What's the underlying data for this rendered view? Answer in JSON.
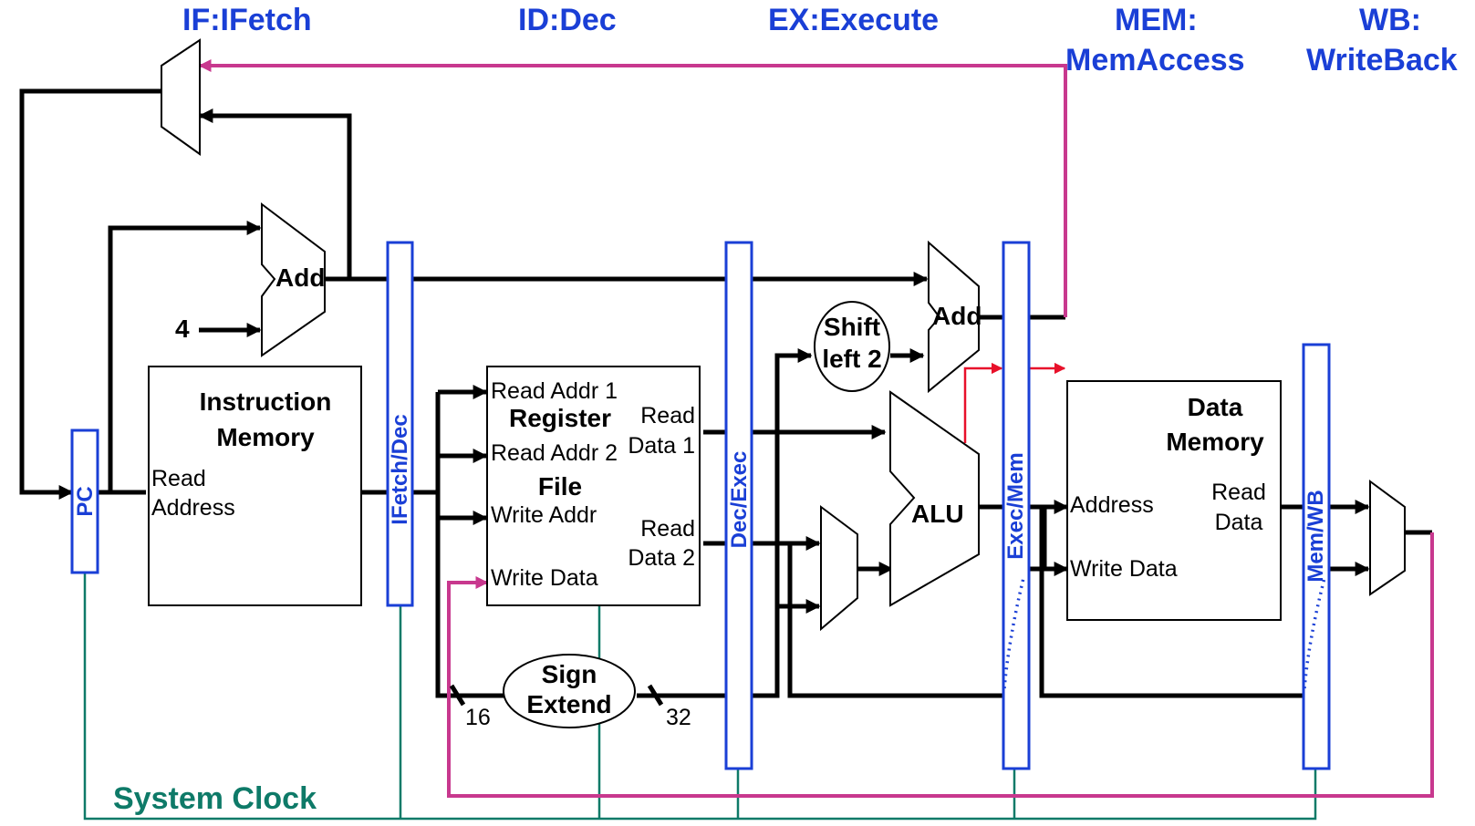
{
  "stages": {
    "if": "IF:IFetch",
    "id": "ID:Dec",
    "ex": "EX:Execute",
    "mem_line1": "MEM:",
    "mem_line2": "MemAccess",
    "wb_line1": "WB:",
    "wb_line2": "WriteBack"
  },
  "pipeline_registers": {
    "pc": "PC",
    "ifetch_dec": "IFetch/Dec",
    "dec_exec": "Dec/Exec",
    "exec_mem": "Exec/Mem",
    "mem_wb": "Mem/WB"
  },
  "instruction_memory": {
    "title_line1": "Instruction",
    "title_line2": "Memory",
    "port_line1": "Read",
    "port_line2": "Address"
  },
  "register_file": {
    "title_line1": "Register",
    "title_line2": "File",
    "read_addr1": "Read Addr 1",
    "read_addr2": "Read Addr 2",
    "write_addr": "Write Addr",
    "write_data": "Write Data",
    "read_data1_line1": "Read",
    "read_data1_line2": "Data 1",
    "read_data2_line1": "Read",
    "read_data2_line2": "Data 2"
  },
  "data_memory": {
    "title_line1": "Data",
    "title_line2": "Memory",
    "address": "Address",
    "write_data": "Write Data",
    "read_data_line1": "Read",
    "read_data_line2": "Data"
  },
  "units": {
    "pc_adder": "Add",
    "branch_adder": "Add",
    "alu": "ALU",
    "shift_line1": "Shift",
    "shift_line2": "left 2",
    "sign_line1": "Sign",
    "sign_line2": "Extend",
    "const_four": "4",
    "width_in": "16",
    "width_out": "32"
  },
  "clock_label": "System Clock",
  "colors": {
    "stage_text": "#1a3fd6",
    "pipeline_register": "#1a3fd6",
    "writeback_path": "#c8388e",
    "branch_control": "#e8102a",
    "clock": "#0e7a68",
    "datapath": "#000000"
  }
}
